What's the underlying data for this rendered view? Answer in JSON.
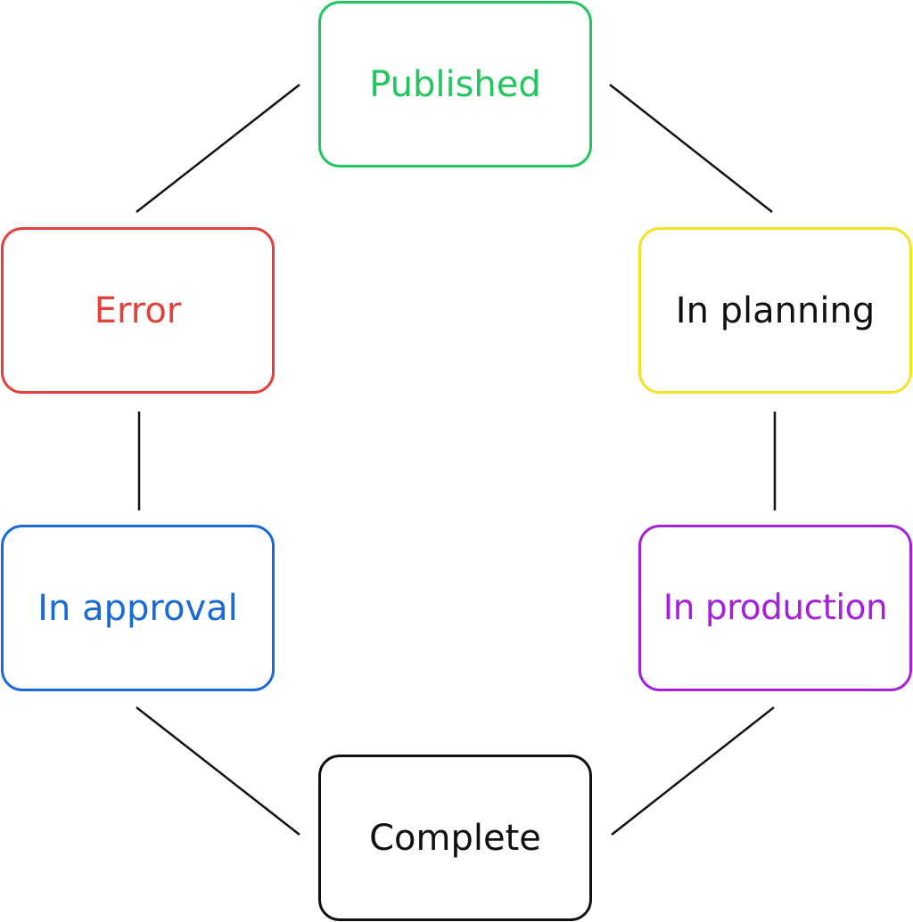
{
  "diagram": {
    "nodes": {
      "published": {
        "label": "Published",
        "border_color": "#22c55e",
        "text_color": "#22c55e"
      },
      "in_planning": {
        "label": "In planning",
        "border_color": "#f2e22a",
        "text_color": "#111111"
      },
      "in_production": {
        "label": "In production",
        "border_color": "#a421d9",
        "text_color": "#a421d9"
      },
      "complete": {
        "label": "Complete",
        "border_color": "#111111",
        "text_color": "#111111"
      },
      "in_approval": {
        "label": "In approval",
        "border_color": "#1a6ad6",
        "text_color": "#1a6ad6"
      },
      "error": {
        "label": "Error",
        "border_color": "#e0413c",
        "text_color": "#e0413c"
      }
    },
    "edges": [
      {
        "from": "published",
        "to": "in_planning"
      },
      {
        "from": "in_planning",
        "to": "in_production"
      },
      {
        "from": "in_production",
        "to": "complete"
      },
      {
        "from": "complete",
        "to": "in_approval"
      },
      {
        "from": "in_approval",
        "to": "error"
      },
      {
        "from": "error",
        "to": "published"
      }
    ],
    "edge_color": "#111111"
  }
}
